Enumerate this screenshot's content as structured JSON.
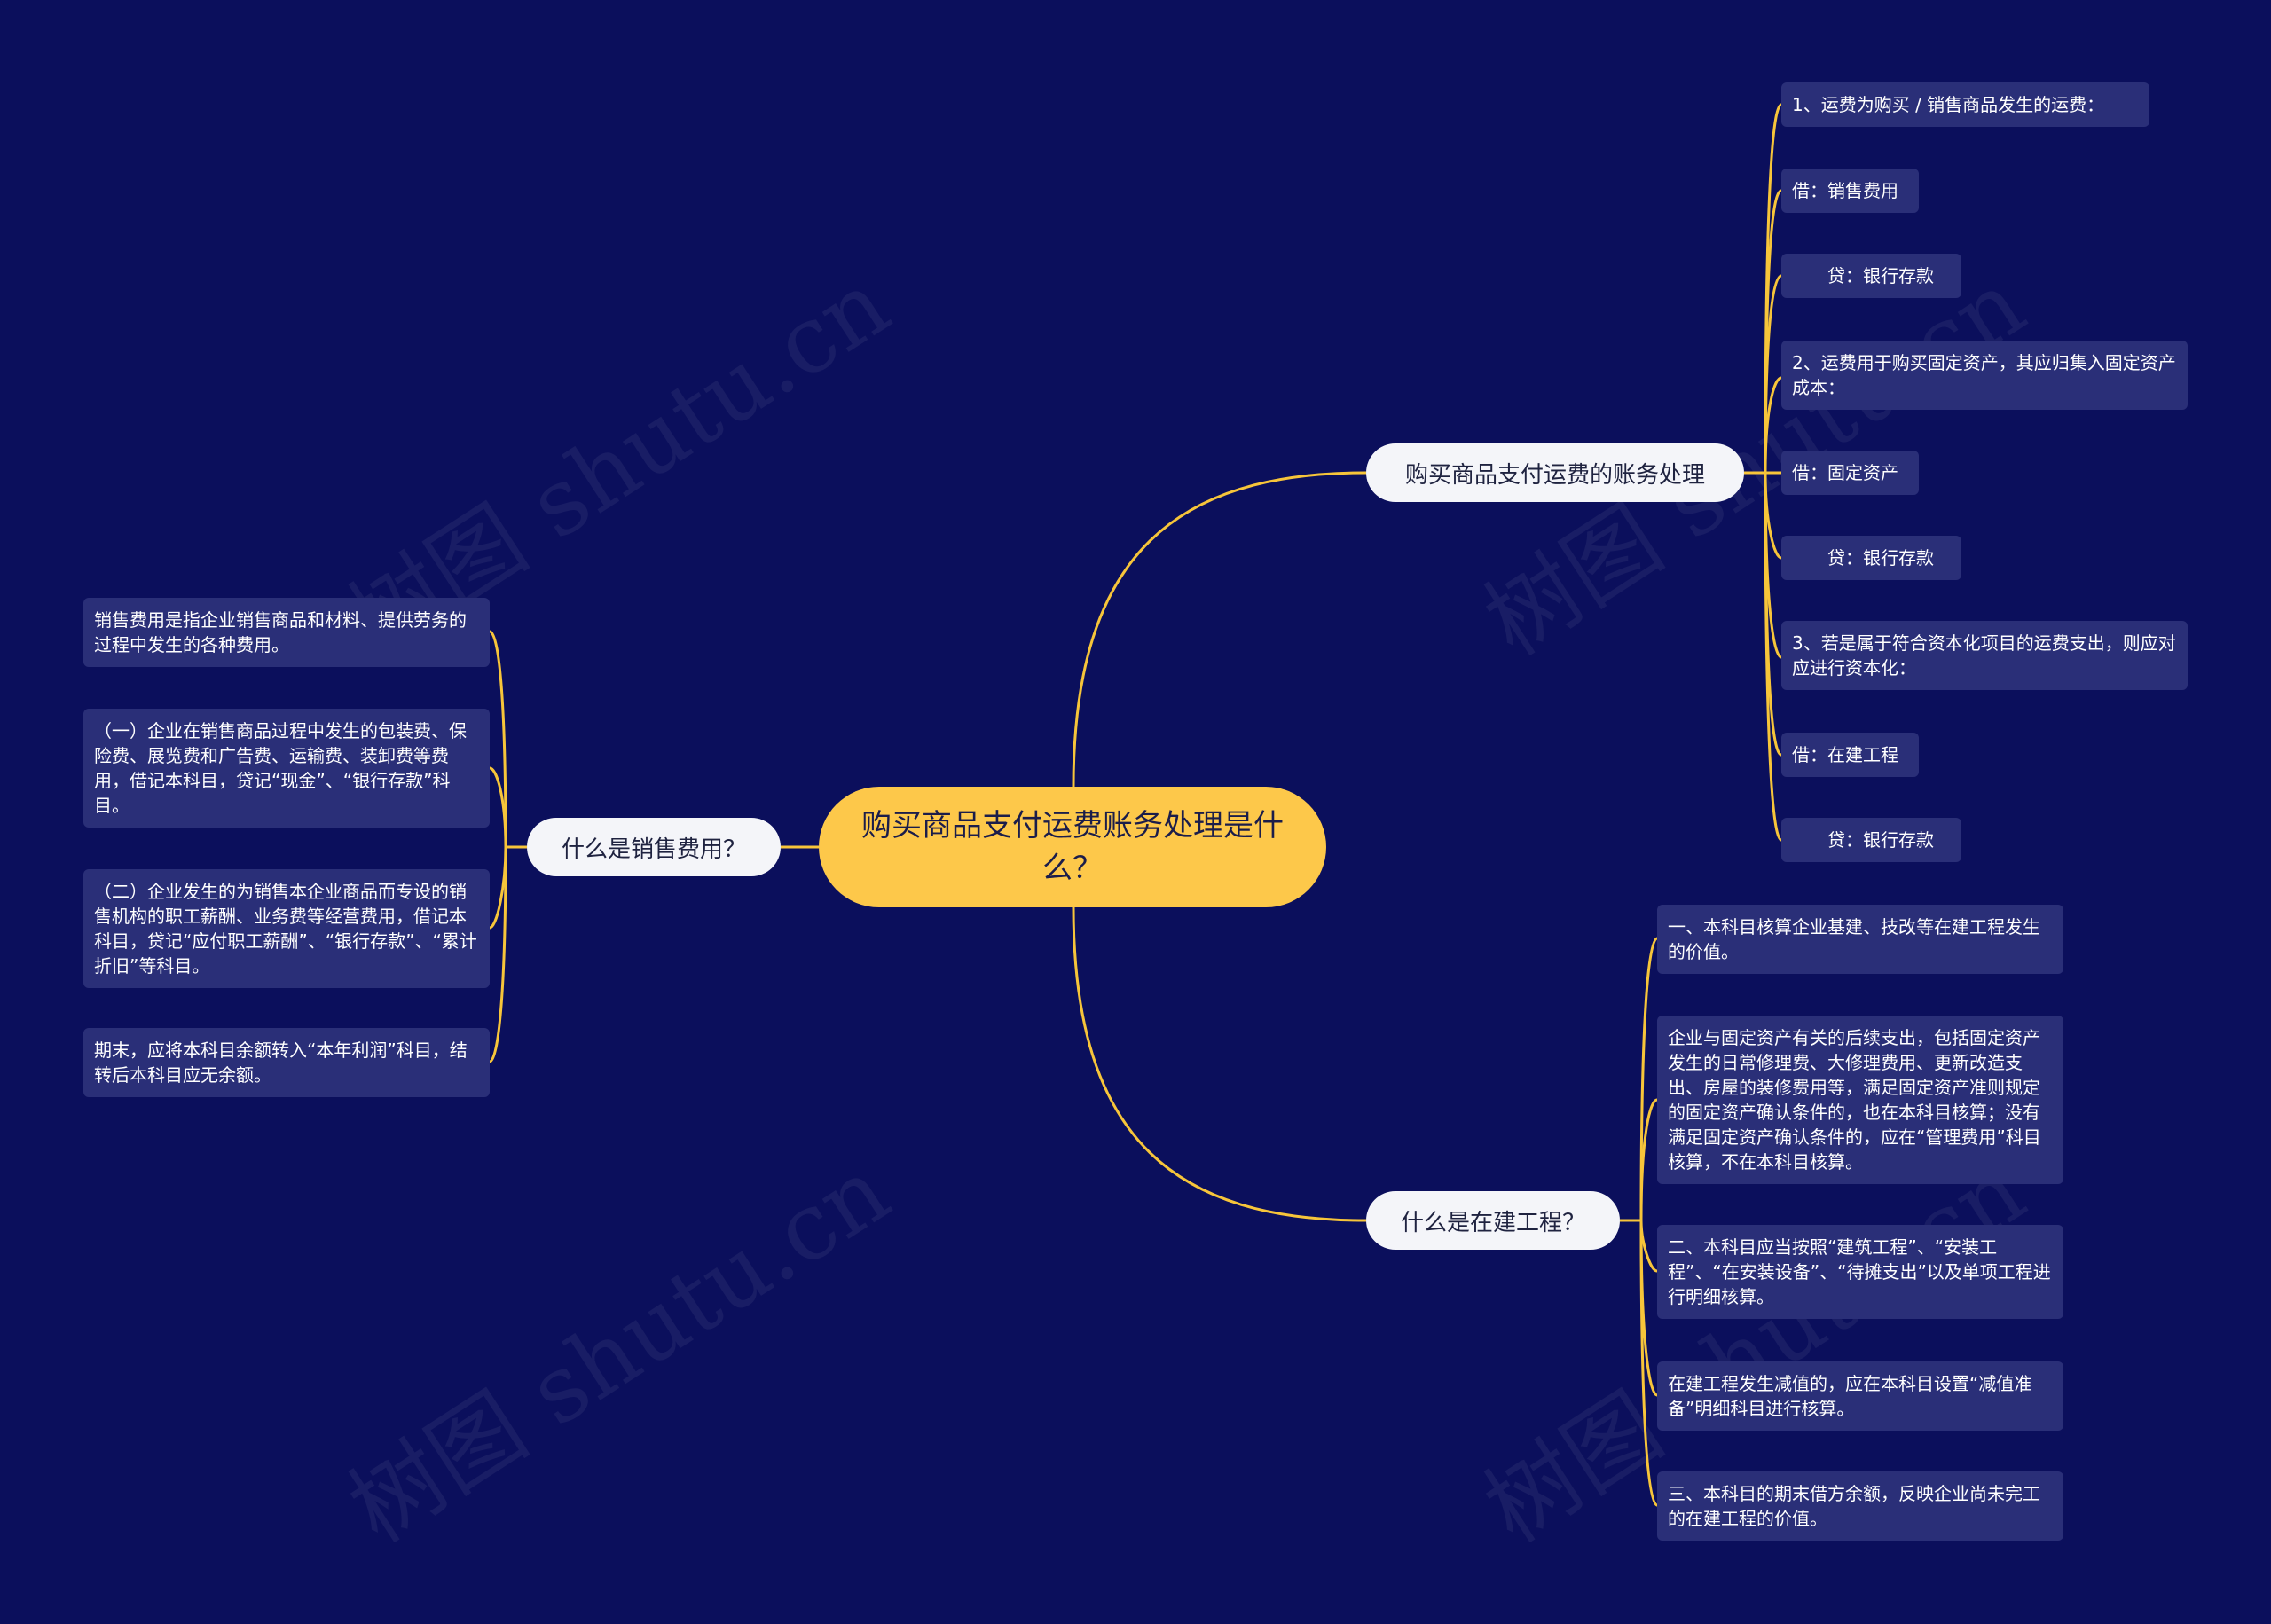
{
  "watermark": "树图 shutu.cn",
  "root": {
    "label": "购买商品支付运费账务处理是什么？"
  },
  "branches": {
    "shipping": {
      "label": "购买商品支付运费的账务处理",
      "items": [
        "1、运费为购买 / 销售商品发生的运费：",
        "借：销售费用",
        "　　贷：银行存款",
        "2、运费用于购买固定资产，其应归集入固定资产成本：",
        "借：固定资产",
        "　　贷：银行存款",
        "3、若是属于符合资本化项目的运费支出，则应对应进行资本化：",
        "借：在建工程",
        "　　贷：银行存款"
      ]
    },
    "construction": {
      "label": "什么是在建工程？",
      "items": [
        "一、本科目核算企业基建、技改等在建工程发生的价值。",
        "企业与固定资产有关的后续支出，包括固定资产发生的日常修理费、大修理费用、更新改造支出、房屋的装修费用等，满足固定资产准则规定的固定资产确认条件的，也在本科目核算；没有满足固定资产确认条件的，应在“管理费用”科目核算，不在本科目核算。",
        "二、本科目应当按照“建筑工程”、“安装工程”、“在安装设备”、“待摊支出”以及单项工程进行明细核算。",
        "在建工程发生减值的，应在本科目设置“减值准备”明细科目进行核算。",
        "三、本科目的期末借方余额，反映企业尚未完工的在建工程的价值。"
      ]
    },
    "sales": {
      "label": "什么是销售费用？",
      "items": [
        "销售费用是指企业销售商品和材料、提供劳务的过程中发生的各种费用。",
        "（一）企业在销售商品过程中发生的包装费、保险费、展览费和广告费、运输费、装卸费等费用，借记本科目，贷记“现金”、“银行存款”科目。",
        "（二）企业发生的为销售本企业商品而专设的销售机构的职工薪酬、业务费等经营费用，借记本科目，贷记“应付职工薪酬”、“银行存款”、“累计折旧”等科目。",
        "期末，应将本科目余额转入“本年利润”科目，结转后本科目应无余额。"
      ]
    }
  },
  "colors": {
    "background": "#0b0f5c",
    "root": "#fdc84a",
    "connector": "#f7c53a",
    "topic": "#f4f5f9",
    "leaf": "#2a2f78"
  }
}
